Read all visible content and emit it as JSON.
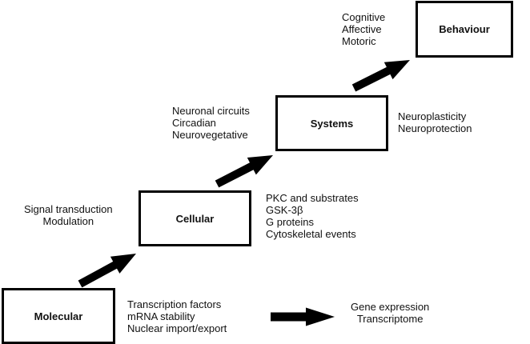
{
  "levels": [
    {
      "name": "Molecular",
      "details": [
        "Transcription factors",
        "mRNA stability",
        "Nuclear import/export"
      ]
    },
    {
      "name": "Cellular",
      "details": [
        "PKC and substrates",
        "GSK-3β",
        "G proteins",
        "Cytoskeletal events"
      ]
    },
    {
      "name": "Systems",
      "details": [
        "Neuroplasticity",
        "Neuroprotection"
      ]
    },
    {
      "name": "Behaviour",
      "details": []
    }
  ],
  "transitions": [
    {
      "from": "Molecular",
      "to": "Cellular",
      "labels": [
        "Signal transduction",
        "Modulation"
      ]
    },
    {
      "from": "Cellular",
      "to": "Systems",
      "labels": [
        "Neuronal circuits",
        "Circadian",
        "Neurovegetative"
      ]
    },
    {
      "from": "Systems",
      "to": "Behaviour",
      "labels": [
        "Cognitive",
        "Affective",
        "Motoric"
      ]
    }
  ],
  "output": {
    "labels": [
      "Gene expression",
      "Transcriptome"
    ]
  }
}
